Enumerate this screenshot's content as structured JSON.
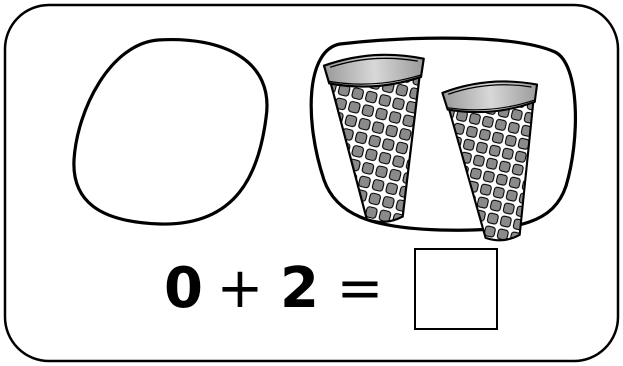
{
  "equation": {
    "addend_a": "0",
    "plus": "+",
    "addend_b": "2",
    "equals": "=",
    "answer": ""
  },
  "groups": {
    "left_count": 0,
    "right_count": 2,
    "item_icon": "ice-cream-cone-icon"
  }
}
